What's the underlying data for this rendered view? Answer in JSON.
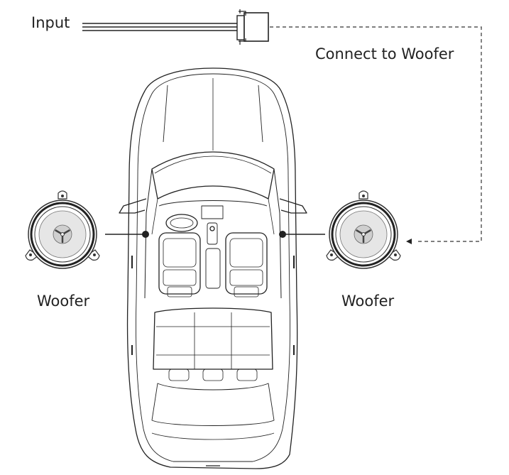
{
  "labels": {
    "input": "Input",
    "connect": "Connect to Woofer",
    "woofer_left": "Woofer",
    "woofer_right": "Woofer"
  },
  "colors": {
    "line": "#222222",
    "speaker_cone": "#cccccc",
    "stroke": "#333333"
  }
}
